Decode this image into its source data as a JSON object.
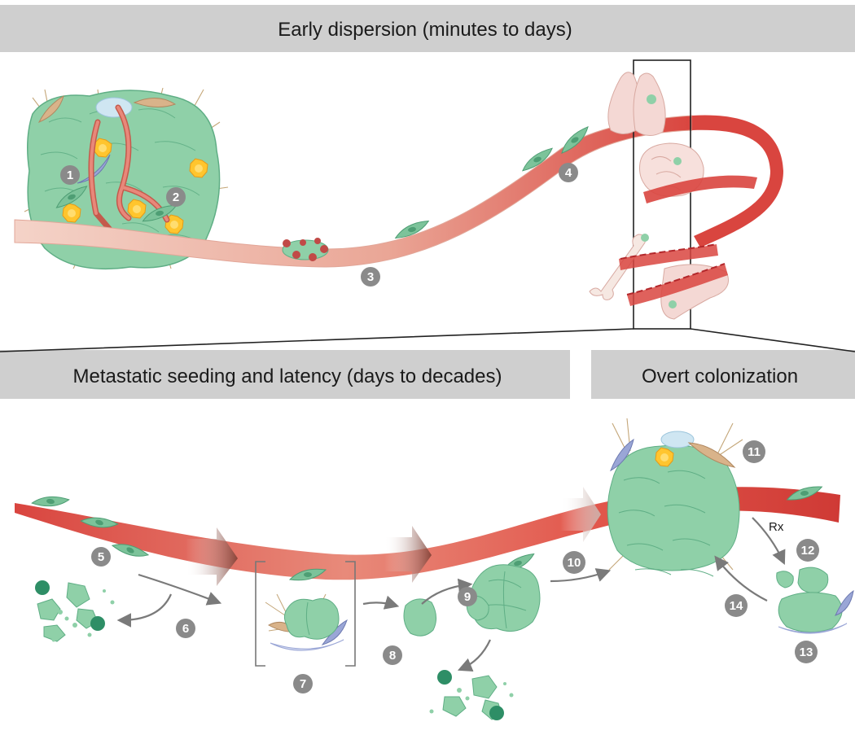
{
  "headers": {
    "early": "Early dispersion (minutes to days)",
    "seeding": "Metastatic seeding and latency (days to decades)",
    "overt": "Overt colonization"
  },
  "steps": [
    "1",
    "2",
    "3",
    "4",
    "5",
    "6",
    "7",
    "8",
    "9",
    "10",
    "11",
    "12",
    "13",
    "14"
  ],
  "therapy_label": "Rx",
  "colors": {
    "banner": "#cfcfcf",
    "vessel_dark": "#d9453f",
    "vessel_light": "#f2c7bd",
    "cell_green": "#8fd0a8",
    "cell_green_dark": "#3e9e6e",
    "badge": "#8a8a8a",
    "arrow": "#7a7a7a"
  }
}
